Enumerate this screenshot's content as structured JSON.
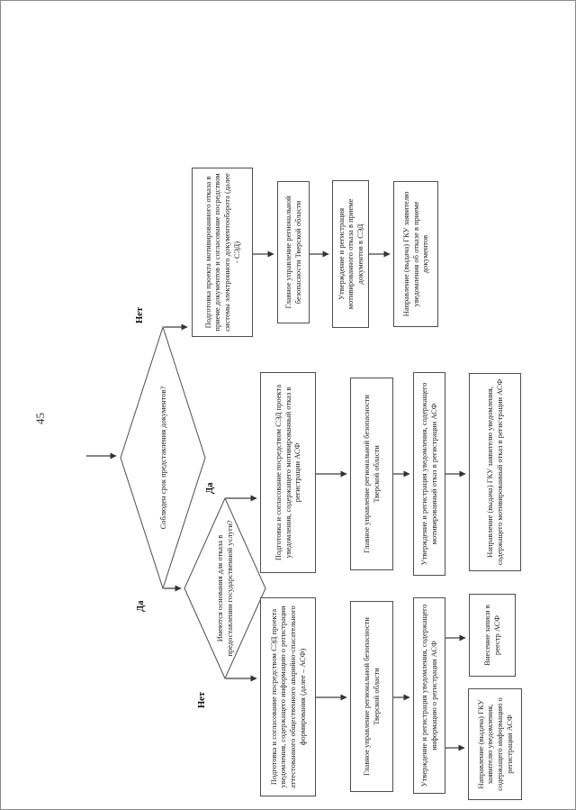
{
  "page": {
    "number": "45"
  },
  "colors": {
    "line": "#3f3f3f",
    "box_border": "#4d4d4d",
    "text": "#222222",
    "background": "#ffffff"
  },
  "decisions": {
    "d1": {
      "question": "Соблюден срок представления документов?",
      "no_label": "Нет",
      "yes_label": "Да"
    },
    "d2": {
      "question": "Имеются основания для отказа в предоставлении государственной услуги?",
      "yes_label": "Да",
      "no_label": "Нет"
    }
  },
  "chains": {
    "refuse_documents": {
      "boxes": [
        "Подготовка проекта мотивированного отказа в приеме документов и согласование посредством системы электронного документооборота (далее - СЭД)",
        "Главное управление региональной безопасности Тверской области",
        "Утверждение и регистрация мотивированного отказа в приеме документов в СЭД",
        "Направление (выдача) ГКУ заявителю уведомления об отказе в приеме документов"
      ]
    },
    "refuse_service": {
      "boxes": [
        "Подготовка и согласование посредством СЭД проекта уведомления, содержащего мотивированный отказ в регистрации АСФ",
        "Главное управление региональной безопасности Тверской области",
        "Утверждение и регистрация уведомления, содержащего мотивированный отказ в регистрации АСФ",
        "Направление (выдача) ГКУ заявителю уведомления, содержащего мотивированный отказ в регистрации АСФ"
      ]
    },
    "register": {
      "boxes": [
        "Подготовка и согласование посредством СЭД проекта уведомления, содержащего информацию о регистрации аттестованного общественного аварийно-спасательного формирования (далее – АСФ)",
        "Главное управление региональной безопасности Тверской области",
        "Утверждение и регистрация уведомления, содержащего информацию о регистрации АСФ",
        "Внесение записи в реестр АСФ",
        "Направление (выдача) ГКУ заявителю уведомления, содержащего информацию о регистрации АСФ"
      ]
    }
  }
}
